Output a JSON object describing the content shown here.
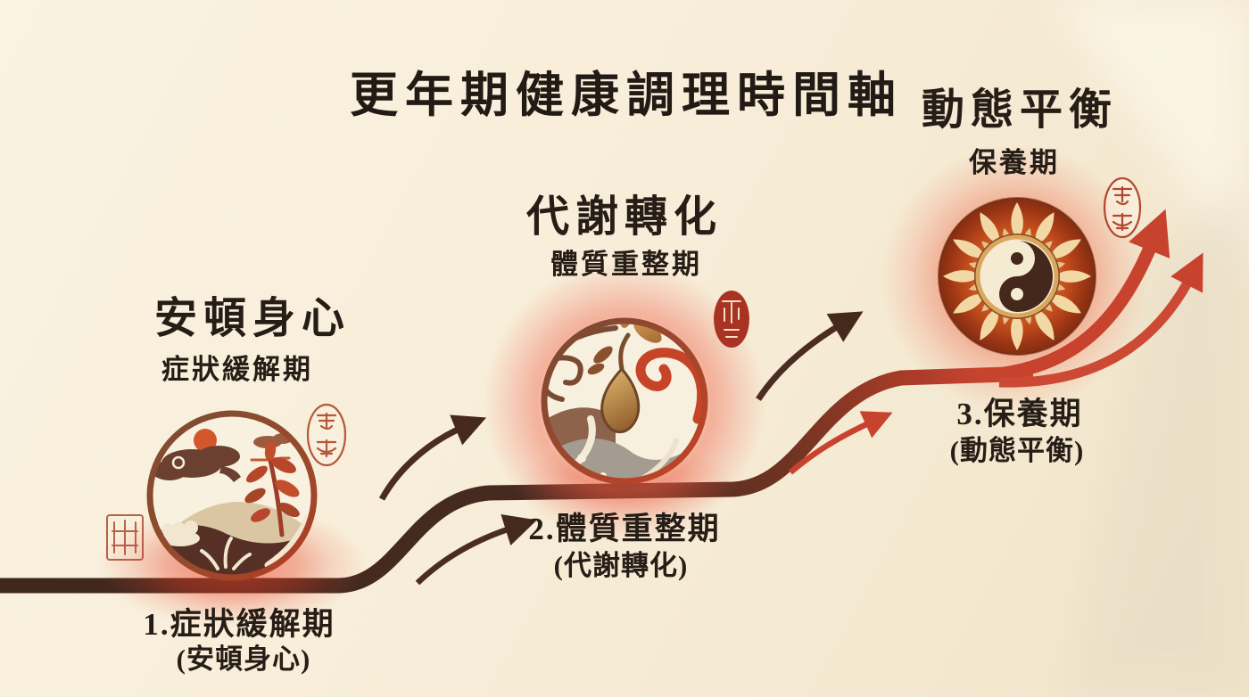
{
  "title": "更年期健康調理時間軸",
  "stages": [
    {
      "heading": "安頓身心",
      "subheading": "症狀緩解期",
      "step_label": "1.症狀緩解期",
      "step_note": "(安頓身心)",
      "icon": "landscape-serenity-icon"
    },
    {
      "heading": "代謝轉化",
      "subheading": "體質重整期",
      "step_label": "2.體質重整期",
      "step_note": "(代謝轉化)",
      "icon": "sprout-transformation-icon"
    },
    {
      "heading": "動態平衡",
      "subheading": "保養期",
      "step_label": "3.保養期",
      "step_note": "(動態平衡)",
      "icon": "sun-yinyang-balance-icon"
    }
  ],
  "colors": {
    "background": "#f6ecd6",
    "text": "#261e16",
    "timeline_brown": "#45291d",
    "timeline_red": "#c8432e",
    "glow_red": "#e83e26",
    "seal_red": "#b0492e"
  }
}
